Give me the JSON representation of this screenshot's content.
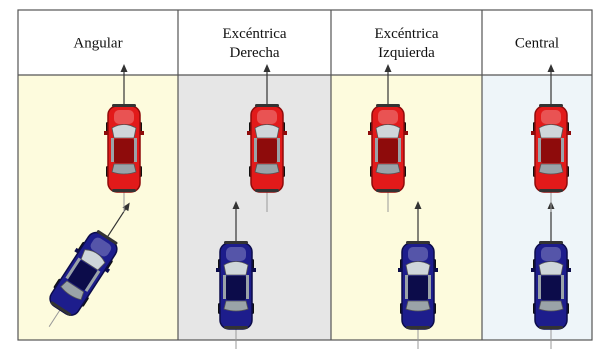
{
  "columns": [
    {
      "id": "angular",
      "label_lines": [
        "Angular"
      ],
      "bg": "#fdfbdd",
      "red_car": {
        "angle": 0
      },
      "blue_car": {
        "angle": 33
      }
    },
    {
      "id": "excentrica-derecha",
      "label_lines": [
        "Excéntrica",
        "Derecha"
      ],
      "bg": "#e6e6e6",
      "red_car": {
        "angle": 0
      },
      "blue_car": {
        "angle": 0
      }
    },
    {
      "id": "excentrica-izquierda",
      "label_lines": [
        "Excéntrica",
        "Izquierda"
      ],
      "bg": "#fdfbdd",
      "red_car": {
        "angle": 0
      },
      "blue_car": {
        "angle": 0
      }
    },
    {
      "id": "central",
      "label_lines": [
        "Central"
      ],
      "bg": "#eef5f9",
      "red_car": {
        "angle": 0
      },
      "blue_car": {
        "angle": 0
      }
    }
  ],
  "colors": {
    "red_body": "#e21a1a",
    "red_dark": "#8e0b0b",
    "blue_body": "#1d1d8c",
    "blue_dark": "#0c0c4a",
    "grid": "#555555",
    "arrow": "#333333"
  }
}
